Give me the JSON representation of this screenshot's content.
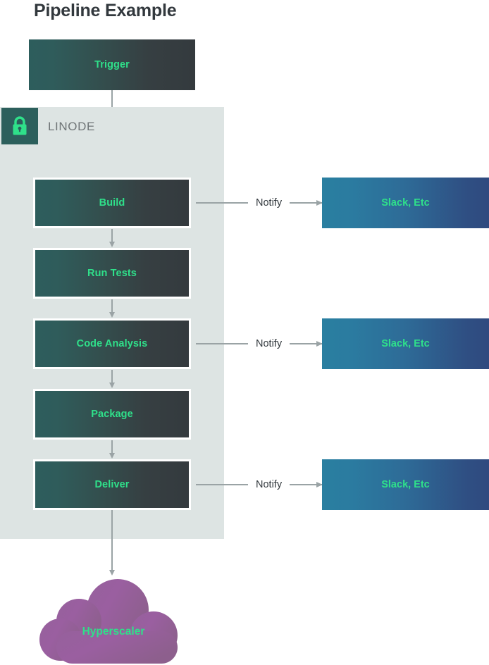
{
  "title": "Pipeline Example",
  "zone": {
    "label": "LINODE",
    "icon": "lock-icon",
    "badge_color": "#2c5f5c",
    "panel_color": "#dde4e3",
    "icon_color": "#2fe08a"
  },
  "colors": {
    "accent_green": "#2fe08a",
    "stage_gradient_from": "#2d5d5c",
    "stage_gradient_to": "#343a3e",
    "slack_gradient_from": "#2a7fa0",
    "slack_gradient_to": "#2f4a7f",
    "cloud_from": "#9a5fa0",
    "cloud_to": "#8e5f8e",
    "arrow": "#9aa3a5",
    "title_color": "#32383d",
    "label_color": "#6f7577"
  },
  "trigger": {
    "label": "Trigger"
  },
  "stages": [
    {
      "label": "Build"
    },
    {
      "label": "Run Tests"
    },
    {
      "label": "Code Analysis"
    },
    {
      "label": "Package"
    },
    {
      "label": "Deliver"
    }
  ],
  "notifications": [
    {
      "connector_label": "Notify",
      "target_label": "Slack, Etc"
    },
    {
      "connector_label": "Notify",
      "target_label": "Slack, Etc"
    },
    {
      "connector_label": "Notify",
      "target_label": "Slack, Etc"
    }
  ],
  "cloud": {
    "label": "Hyperscaler"
  }
}
